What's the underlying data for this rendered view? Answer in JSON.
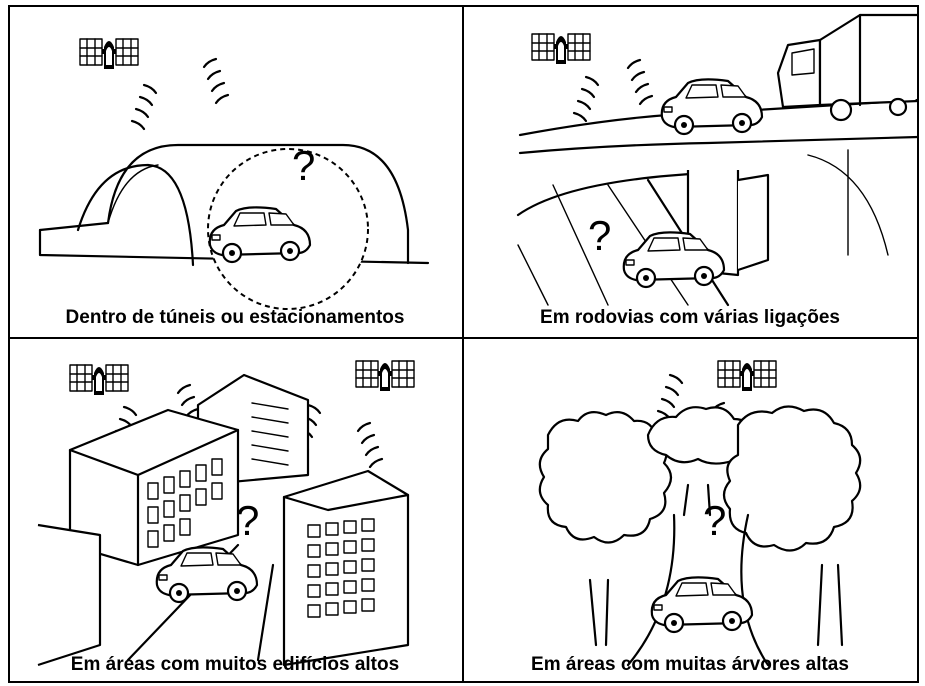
{
  "panels": [
    {
      "caption": "Dentro de túneis ou estacionamentos",
      "question_mark": "?"
    },
    {
      "caption": "Em rodovias com várias ligações",
      "question_mark": "?"
    },
    {
      "caption": "Em áreas com muitos edifícios altos",
      "question_mark": "?"
    },
    {
      "caption": "Em áreas com muitas árvores altas",
      "question_mark": "?"
    }
  ],
  "colors": {
    "line": "#000000",
    "background": "#ffffff"
  },
  "icons": [
    "gps-satellite-icon",
    "signal-wave-icon",
    "car-icon",
    "truck-icon",
    "question-mark-icon"
  ]
}
